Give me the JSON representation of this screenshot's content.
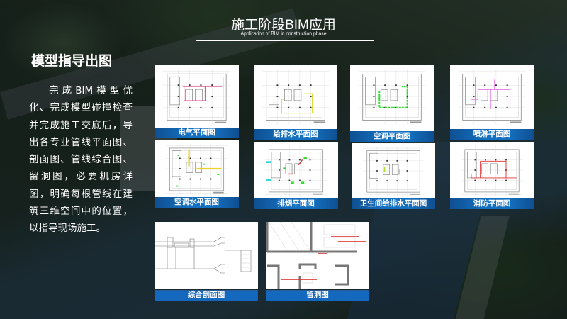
{
  "header": {
    "title": "施工阶段BIM应用",
    "subtitle": "Application of BIM in construction phase"
  },
  "side": {
    "heading": "模型指导出图",
    "body": "完成BIM模型优化、完成模型碰撞检查并完成施工交底后，导出各专业管线平面图、剖面图、管线综合图、留洞图，必要机房详图，明确每根管线在建筑三维空间中的位置，以指导现场施工。"
  },
  "colors": {
    "label_blue": "#1470c0",
    "electrical": "#e0408a",
    "water": "#d8d820",
    "hvac": "#30e030",
    "sprinkler": "#e040e0",
    "fire": "#e03030"
  },
  "cards": [
    {
      "label": "电气平面图",
      "line_color": "#e0408a"
    },
    {
      "label": "给排水平面图",
      "line_color": "#d8d820"
    },
    {
      "label": "空调平面图",
      "line_color": "#30e030"
    },
    {
      "label": "喷淋平面图",
      "line_color": "#e040e0"
    },
    {
      "label": "空调水平面图",
      "line_color": "#e8d030"
    },
    {
      "label": "排烟平面图",
      "line_color": "#30d8e0"
    },
    {
      "label": "卫生间给排水平面图",
      "line_color": "#d8d820"
    },
    {
      "label": "消防平面图",
      "line_color": "#e03030"
    },
    {
      "label": "综合剖面图",
      "line_color": "#555555"
    },
    {
      "label": "留洞图",
      "line_color": "#e03030"
    }
  ]
}
